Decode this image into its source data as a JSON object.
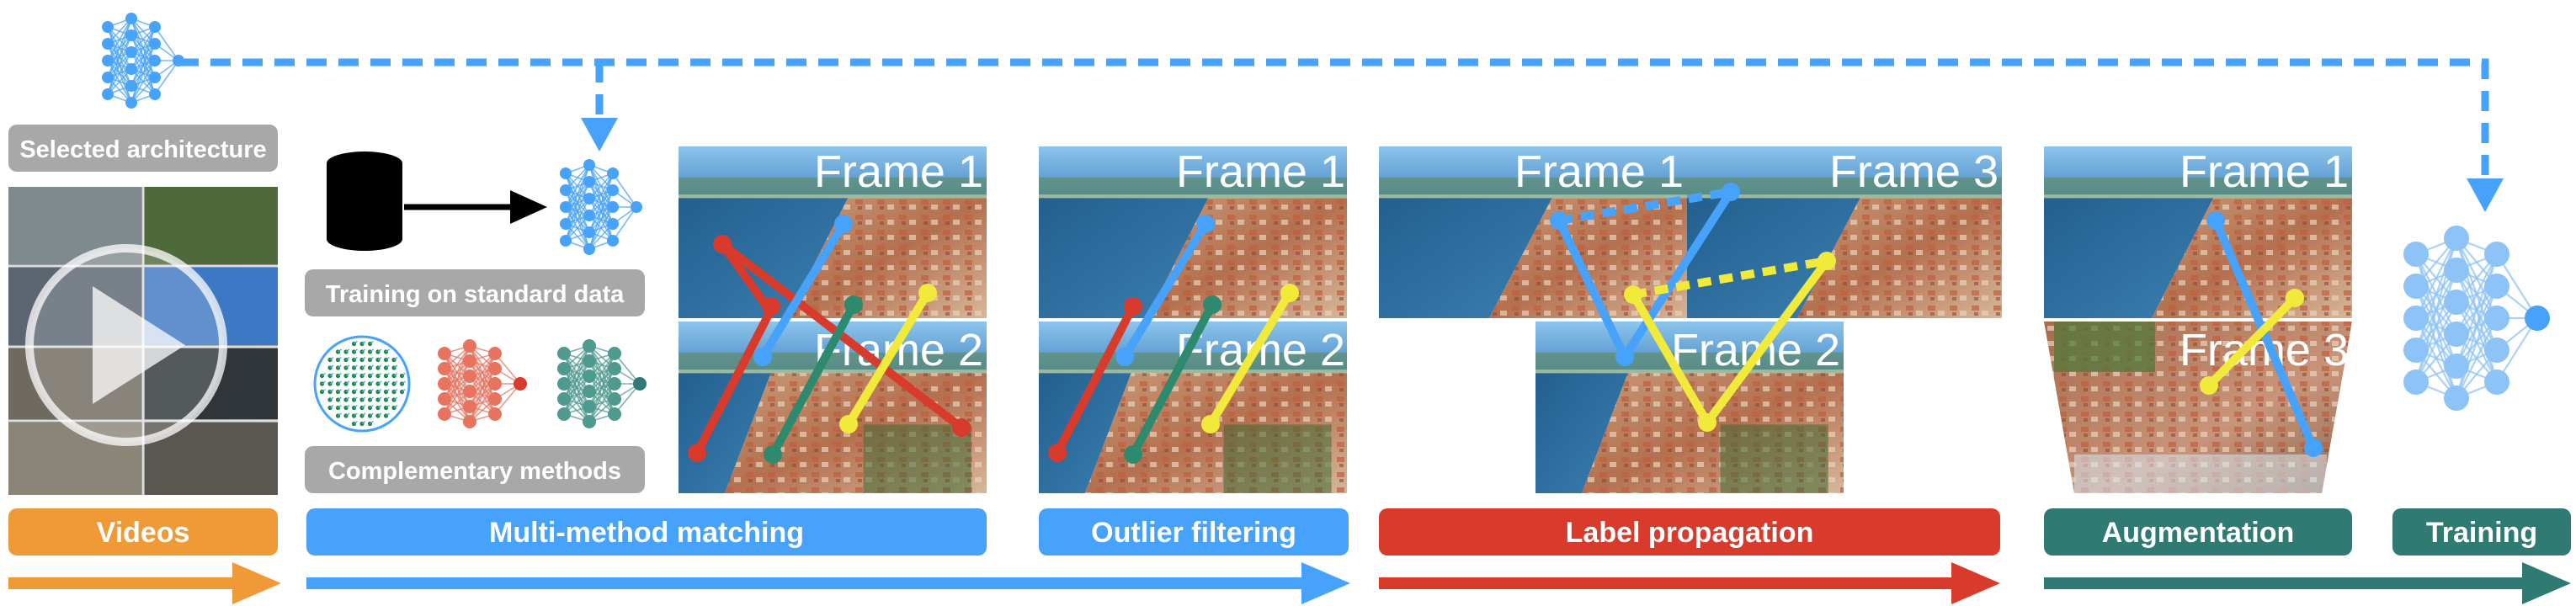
{
  "labels": {
    "selected_architecture": "Selected architecture",
    "training_on_standard_data": "Training on standard data",
    "complementary_methods": "Complementary methods"
  },
  "frames": {
    "frame1": "Frame 1",
    "frame2": "Frame 2",
    "frame3": "Frame 3"
  },
  "stages": [
    {
      "label": "Videos",
      "color": "#f09a37"
    },
    {
      "label": "Multi-method matching",
      "color": "#46a2fa"
    },
    {
      "label": "Outlier filtering",
      "color": "#46a2fa"
    },
    {
      "label": "Label propagation",
      "color": "#d83b2b"
    },
    {
      "label": "Augmentation",
      "color": "#2f7a72"
    },
    {
      "label": "Training",
      "color": "#2f7a72"
    }
  ],
  "colors": {
    "blue": "#46a2fa",
    "orange": "#f09a37",
    "red": "#d83b2b",
    "teal": "#2f7a72",
    "gray_label": "#a8a8a8",
    "match_yellow": "#f2ea3a",
    "match_teal": "#2e8a6e"
  },
  "icons": {
    "database": "database-icon",
    "network": "neural-network-icon",
    "play": "play-icon",
    "point_grid": "point-grid-icon"
  }
}
